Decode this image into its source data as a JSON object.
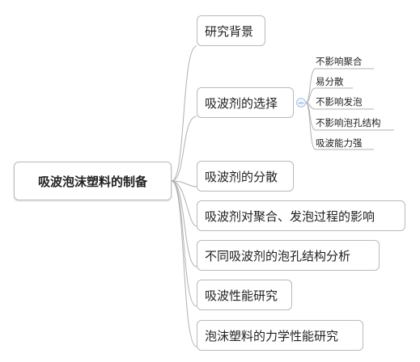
{
  "root": {
    "label": "吸波泡沫塑料的制备"
  },
  "branches": [
    {
      "label": "研究背景"
    },
    {
      "label": "吸波剂的选择"
    },
    {
      "label": "吸波剂的分散"
    },
    {
      "label": "吸波剂对聚合、发泡过程的影响"
    },
    {
      "label": "不同吸波剂的泡孔结构分析"
    },
    {
      "label": "吸波性能研究"
    },
    {
      "label": "泡沫塑料的力学性能研究"
    }
  ],
  "leaves": [
    {
      "label": "不影响聚合"
    },
    {
      "label": "易分散"
    },
    {
      "label": "不影响发泡"
    },
    {
      "label": "不影响泡孔结构"
    },
    {
      "label": "吸波能力强"
    }
  ],
  "colors": {
    "line": "#b0b0b0",
    "border": "#b9b9b9",
    "collapse": "#a9c4e8"
  }
}
